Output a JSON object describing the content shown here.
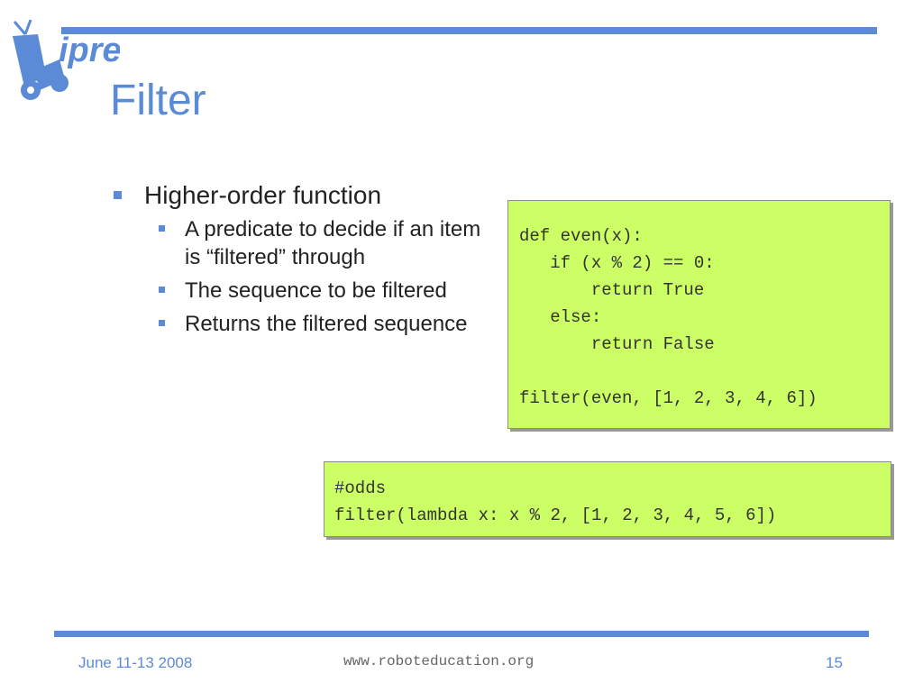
{
  "slide": {
    "title": "Filter",
    "logo_text": "ipre"
  },
  "bullets": {
    "main": "Higher-order function",
    "subs": [
      "A predicate to decide if an item is “filtered” through",
      "The sequence to be filtered",
      "Returns the filtered sequence"
    ]
  },
  "code_box_1": {
    "lines": [
      "def even(x):",
      "   if (x % 2) == 0:",
      "       return True",
      "   else:",
      "       return False",
      "",
      "filter(even, [1, 2, 3, 4, 6])"
    ]
  },
  "code_box_2": {
    "lines": [
      "#odds",
      "filter(lambda x: x % 2, [1, 2, 3, 4, 5, 6])"
    ]
  },
  "footer": {
    "date": "June 11-13 2008",
    "url": "www.roboteducation.org",
    "page": "15"
  },
  "colors": {
    "accent": "#5b8bd6",
    "code_background": "#ccff66"
  }
}
